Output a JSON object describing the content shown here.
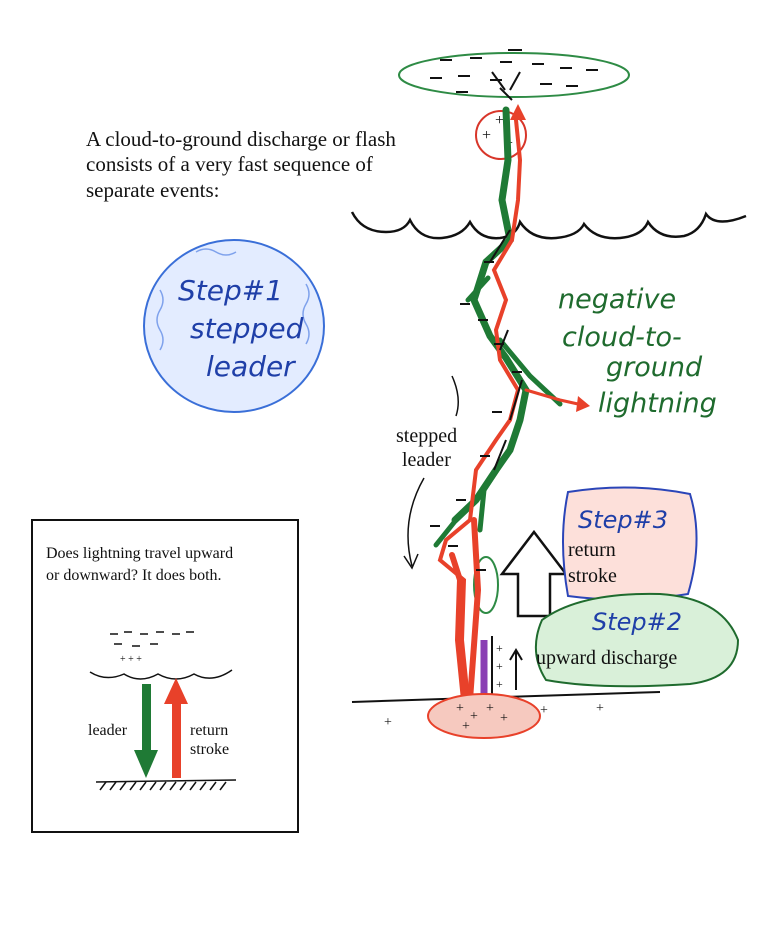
{
  "intro": {
    "line1": "A cloud-to-ground discharge or flash",
    "line2": "consists of a very fast sequence of",
    "line3": "separate events:"
  },
  "step1": {
    "line1": "Step#1",
    "line2": "stepped",
    "line3": "leader"
  },
  "handwritten_title": {
    "line1": "negative",
    "line2": "cloud-to-",
    "line3": "ground",
    "line4": "lightning"
  },
  "stepped_leader_label": {
    "line1": "stepped",
    "line2": "leader"
  },
  "step3": {
    "handwritten": "Step#3",
    "line1": "return",
    "line2": "stroke"
  },
  "step2": {
    "handwritten": "Step#2",
    "label": "upward discharge"
  },
  "inset": {
    "question_line1": "Does lightning travel upward",
    "question_line2": "or downward?  It does both.",
    "leader_label": "leader",
    "return_line1": "return",
    "return_line2": "stroke"
  },
  "colors": {
    "green": "#1f7a35",
    "red": "#e8412a",
    "blue": "#3a6fd8",
    "purple": "#8a3fb3",
    "black": "#111111"
  }
}
